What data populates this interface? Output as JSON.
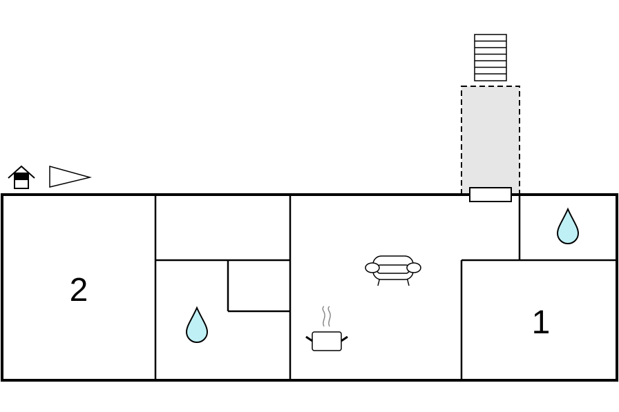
{
  "rooms": [
    {
      "id": "bedroom-left",
      "number": "2"
    },
    {
      "id": "bedroom-right",
      "number": "1"
    }
  ],
  "legend": {
    "entrance_icon": "house-entrance-icon",
    "direction_icon": "direction-arrow-icon"
  },
  "icons": {
    "bathroom": "water-drop-icon",
    "living": "sofa-icon",
    "kitchen": "cooking-pot-icon",
    "stairs": "staircase-icon"
  },
  "colors": {
    "wall": "#000000",
    "water": "#bff0f5",
    "terrace": "#e6e6e6",
    "background": "#ffffff"
  }
}
